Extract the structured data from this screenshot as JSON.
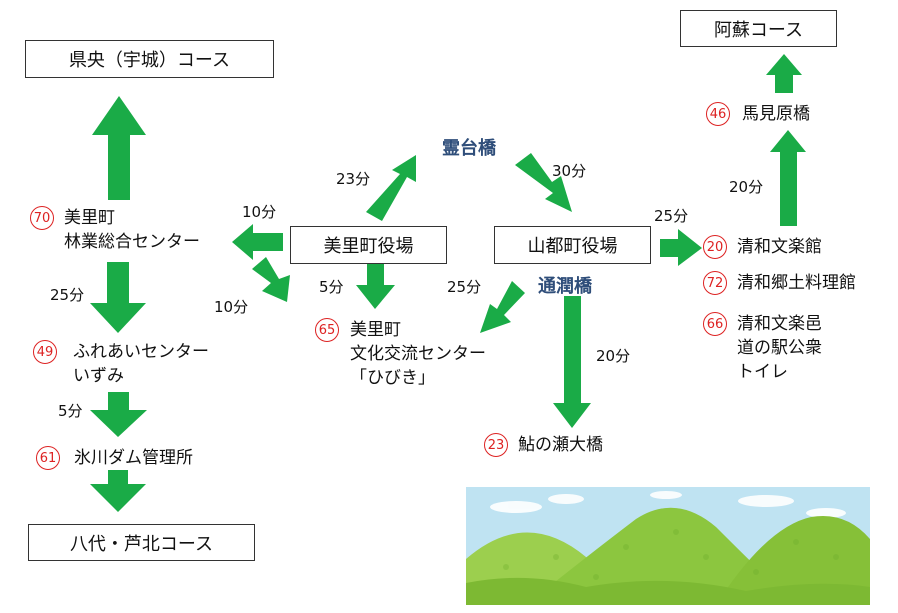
{
  "courses": {
    "kenou": "県央（宇城）コース",
    "aso": "阿蘇コース",
    "yatsushiro": "八代・芦北コース"
  },
  "offices": {
    "misato": "美里町役場",
    "yamato": "山都町役場"
  },
  "bridges": {
    "reidai": "霊台橋",
    "tsujun": "通潤橋"
  },
  "stops": {
    "s70": {
      "num": "70",
      "lines": [
        "美里町",
        "林業総合センター"
      ]
    },
    "s49": {
      "num": "49",
      "lines": [
        "ふれあいセンター",
        "いずみ"
      ]
    },
    "s61": {
      "num": "61",
      "lines": [
        "氷川ダム管理所"
      ]
    },
    "s65": {
      "num": "65",
      "lines": [
        "美里町",
        "文化交流センター",
        "「ひびき」"
      ]
    },
    "s23": {
      "num": "23",
      "lines": [
        "鮎の瀬大橋"
      ]
    },
    "s46": {
      "num": "46",
      "lines": [
        "馬見原橋"
      ]
    },
    "s20": {
      "num": "20",
      "lines": [
        "清和文楽館"
      ]
    },
    "s72": {
      "num": "72",
      "lines": [
        "清和郷土料理館"
      ]
    },
    "s66": {
      "num": "66",
      "lines": [
        "清和文楽邑",
        "道の駅公衆",
        "トイレ"
      ]
    }
  },
  "times": {
    "misato_to_70": "10分",
    "misato_from_70": "10分",
    "misato_to_65": "5分",
    "misato_to_reidai": "23分",
    "reidai_to_yamato": "30分",
    "s70_to_49": "25分",
    "s49_to_61": "5分",
    "tsujun_to_65": "25分",
    "tsujun_to_23": "20分",
    "yamato_to_20": "25分",
    "s20_to_46": "20分"
  },
  "colors": {
    "arrow": "#1aab47",
    "badge": "#dd2222",
    "bridge_text": "#2f4e7a",
    "sky": "#bfe3f2",
    "hill": "#8cc63f"
  }
}
